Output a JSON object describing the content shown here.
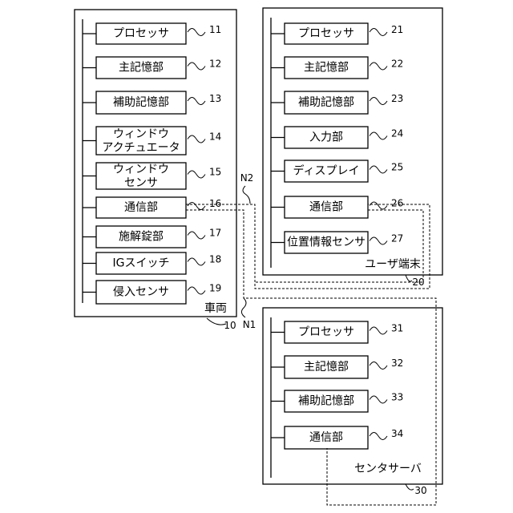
{
  "vehicle": {
    "label": "車両",
    "ref": "10",
    "blocks": [
      {
        "lines": [
          "プロセッサ"
        ],
        "ref": "11"
      },
      {
        "lines": [
          "主記憶部"
        ],
        "ref": "12"
      },
      {
        "lines": [
          "補助記憶部"
        ],
        "ref": "13"
      },
      {
        "lines": [
          "ウィンドウ",
          "アクチュエータ"
        ],
        "ref": "14"
      },
      {
        "lines": [
          "ウィンドウ",
          "センサ"
        ],
        "ref": "15"
      },
      {
        "lines": [
          "通信部"
        ],
        "ref": "16"
      },
      {
        "lines": [
          "施解錠部"
        ],
        "ref": "17"
      },
      {
        "lines": [
          "IGスイッチ"
        ],
        "ref": "18"
      },
      {
        "lines": [
          "侵入センサ"
        ],
        "ref": "19"
      }
    ]
  },
  "user_terminal": {
    "label": "ユーザ端末",
    "ref": "20",
    "blocks": [
      {
        "lines": [
          "プロセッサ"
        ],
        "ref": "21"
      },
      {
        "lines": [
          "主記憶部"
        ],
        "ref": "22"
      },
      {
        "lines": [
          "補助記憶部"
        ],
        "ref": "23"
      },
      {
        "lines": [
          "入力部"
        ],
        "ref": "24"
      },
      {
        "lines": [
          "ディスプレイ"
        ],
        "ref": "25"
      },
      {
        "lines": [
          "通信部"
        ],
        "ref": "26"
      },
      {
        "lines": [
          "位置情報センサ"
        ],
        "ref": "27"
      }
    ]
  },
  "center_server": {
    "label": "センタサーバ",
    "ref": "30",
    "blocks": [
      {
        "lines": [
          "プロセッサ"
        ],
        "ref": "31"
      },
      {
        "lines": [
          "主記憶部"
        ],
        "ref": "32"
      },
      {
        "lines": [
          "補助記憶部"
        ],
        "ref": "33"
      },
      {
        "lines": [
          "通信部"
        ],
        "ref": "34"
      }
    ]
  },
  "networks": [
    {
      "label": "N1"
    },
    {
      "label": "N2"
    }
  ]
}
